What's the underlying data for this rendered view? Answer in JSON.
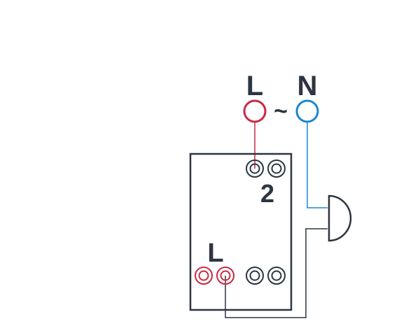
{
  "supply": {
    "line_label": "L",
    "neutral_label": "N",
    "ac_symbol": "~"
  },
  "device": {
    "terminal_block_label": "2",
    "line_terminal_label": "L"
  },
  "colors": {
    "line": "#c72a45",
    "neutral": "#1b86d1",
    "wire": "#2c3541",
    "outline": "#2c3541",
    "background": "#ffffff"
  }
}
